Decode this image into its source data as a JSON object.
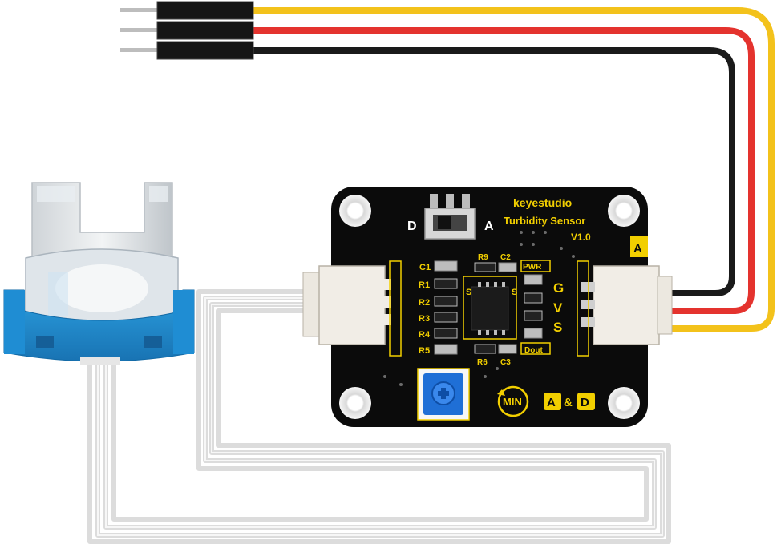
{
  "board": {
    "brand": "keyestudio",
    "product": "Turbidity Sensor",
    "version": "V1.0",
    "switch_left": "D",
    "switch_right": "A",
    "right_header": "A",
    "pins": [
      "G",
      "V",
      "S"
    ],
    "pwr_label": "PWR",
    "dout_label": "Dout",
    "resistors": [
      "R1",
      "R2",
      "R3",
      "R4",
      "R5"
    ],
    "top_parts": [
      "C1",
      "R9",
      "C2"
    ],
    "bottom_parts": [
      "R6",
      "C3"
    ],
    "min_label": "MIN",
    "mode_a": "A",
    "mode_amp": "&",
    "mode_d": "D",
    "chip_corner": "S",
    "chip_corner2": "S"
  },
  "colors": {
    "pcb": "#0b0b0b",
    "silk": "#f2cf00",
    "wire_yellow": "#f3c21b",
    "wire_red": "#e4332e",
    "wire_black": "#1a1a1a",
    "probe_blue": "#1e8fd0",
    "trim_blue": "#1f6fd6",
    "connector": "#f1ede6",
    "ribbon": "#e3e3e3"
  },
  "icons": [
    "pin-header-icon",
    "turbidity-probe-icon",
    "potentiometer-icon",
    "mounting-hole-icon",
    "slide-switch-icon"
  ]
}
